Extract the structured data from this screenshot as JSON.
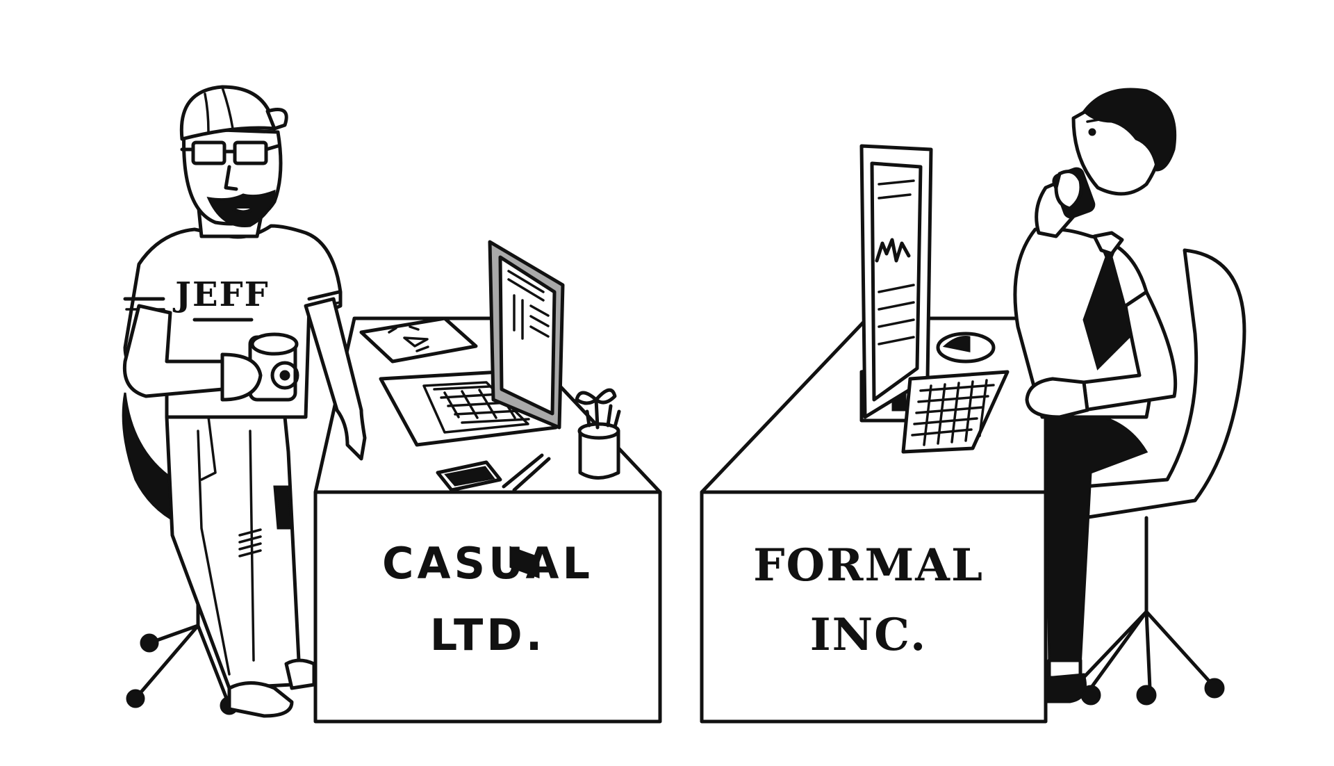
{
  "casual_desk": {
    "line1": "CASUAL",
    "line2": "LTD."
  },
  "formal_desk": {
    "line1": "FORMAL",
    "line2": "INC."
  },
  "casual_person": {
    "shirt_name": "JEFF"
  },
  "palette": {
    "ink": "#111111",
    "paper": "#ffffff",
    "screen_grey": "#a9a9a9"
  }
}
